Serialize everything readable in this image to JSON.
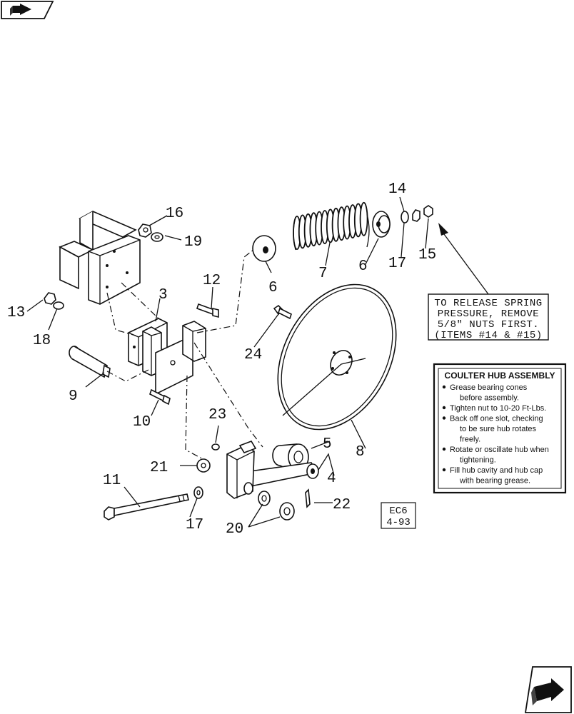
{
  "callouts": {
    "c3": "3",
    "c4": "4",
    "c5": "5",
    "c6a": "6",
    "c6b": "6",
    "c7": "7",
    "c8": "8",
    "c9": "9",
    "c10": "10",
    "c11": "11",
    "c12": "12",
    "c13": "13",
    "c14": "14",
    "c15": "15",
    "c16": "16",
    "c17a": "17",
    "c17b": "17",
    "c18": "18",
    "c19": "19",
    "c20": "20",
    "c21": "21",
    "c22": "22",
    "c23": "23",
    "c24": "24"
  },
  "release_note": {
    "line1": "TO RELEASE SPRING",
    "line2": "PRESSURE, REMOVE",
    "line3": "5/8\" NUTS FIRST.",
    "line4": "(ITEMS #14 & #15)"
  },
  "hub_note": {
    "title": "COULTER HUB ASSEMBLY",
    "items": [
      [
        "Grease bearing cones",
        "before assembly."
      ],
      [
        "Tighten nut to 10-20 Ft-Lbs."
      ],
      [
        "Back off one slot, checking",
        "to be sure hub rotates",
        "freely."
      ],
      [
        "Rotate or oscillate hub when",
        "tightening."
      ],
      [
        "Fill hub cavity and hub cap",
        "with bearing grease."
      ]
    ]
  },
  "stamp": {
    "line1": "EC6",
    "line2": "4-93"
  },
  "nav": {
    "prev_icon": "back-arrow-icon",
    "next_icon": "next-arrow-icon"
  }
}
